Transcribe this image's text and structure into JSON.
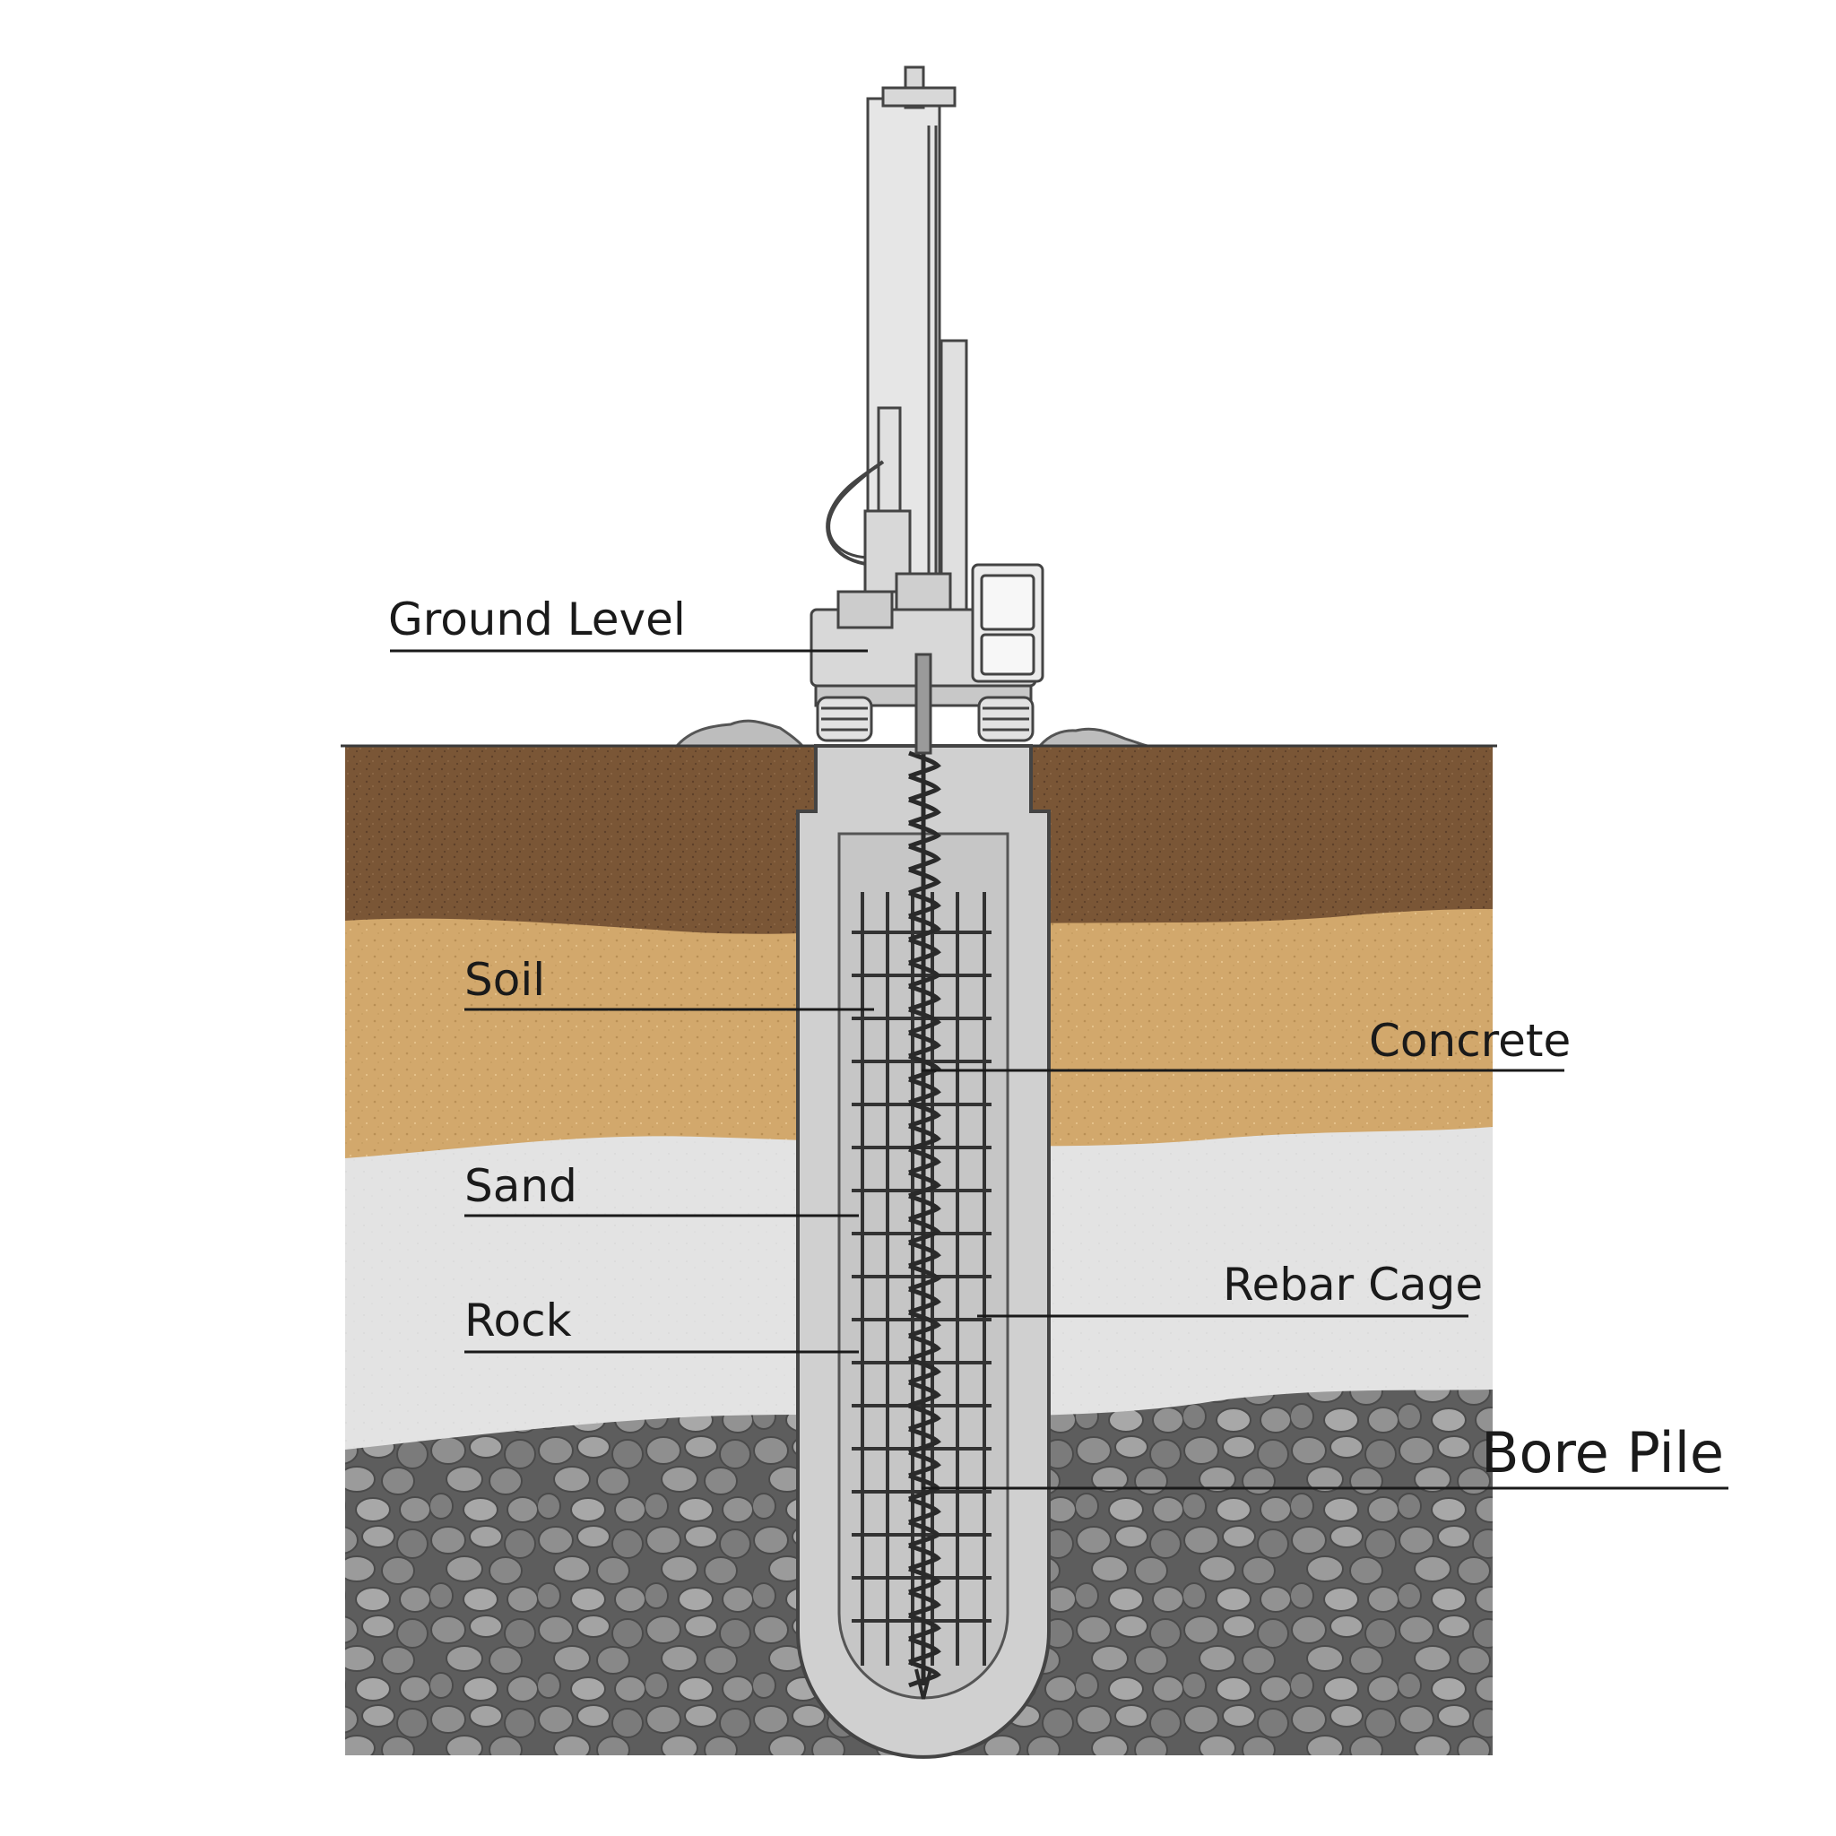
{
  "labels": {
    "ground_level": "Ground Level",
    "soil": "Soil",
    "sand": "Sand",
    "rock": "Rock",
    "concrete": "Concrete",
    "rebar_cage": "Rebar Cage",
    "bore_pile": "Bore Pile"
  },
  "colors": {
    "topsoil": "#7a5636",
    "sand_layer": "#d2a86c",
    "clay_layer": "#e3e3e3",
    "rock_bed": "#8a8a8a",
    "concrete_fill": "#cfcfcf",
    "rebar": "#333333",
    "auger": "#2a2a2a",
    "rig_body": "#d8d8d8",
    "outline": "#444444"
  }
}
